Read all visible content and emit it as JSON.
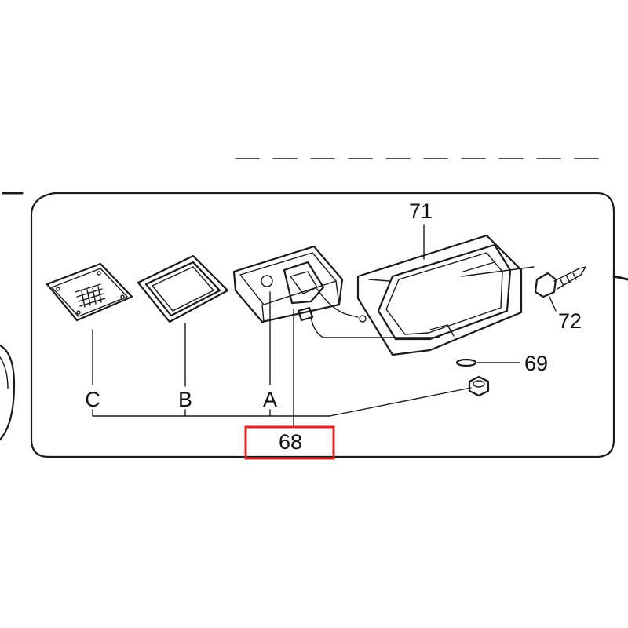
{
  "diagram": {
    "callouts": {
      "part_68": "68",
      "part_69": "69",
      "part_71": "71",
      "part_72": "72",
      "sub_a": "A",
      "sub_b": "B",
      "sub_c": "C"
    },
    "highlight": {
      "target": "part_68",
      "color": "#e02424"
    },
    "colors": {
      "line": "#1a1a1a",
      "background": "#ffffff"
    }
  }
}
